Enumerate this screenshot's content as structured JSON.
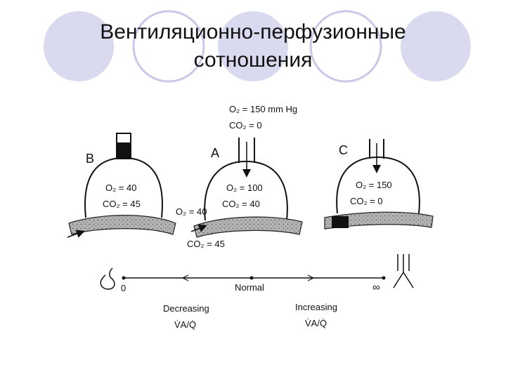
{
  "slide": {
    "title_line1": "Вентиляционно-перфузионные",
    "title_line2": "сотношения"
  },
  "colors": {
    "circle_fill": "#d9d9f0",
    "ink": "#111111",
    "vessel": "#9a9a9a"
  },
  "inspired": {
    "o2_label": "O₂ = 150 mm Hg",
    "co2_label": "CO₂ = 0"
  },
  "units": {
    "b": {
      "letter": "B",
      "o2": "O₂ = 40",
      "co2": "CO₂ = 45"
    },
    "a": {
      "letter": "A",
      "o2": "O₂ = 100",
      "co2": "CO₂ = 40"
    },
    "c": {
      "letter": "C",
      "o2": "O₂ = 150",
      "co2": "CO₂ = 0"
    }
  },
  "blood": {
    "o2_in": "O₂ = 40",
    "co2_in": "CO₂ = 45"
  },
  "scale": {
    "zero": "0",
    "normal": "Normal",
    "infinity": "∞",
    "decreasing": "Decreasing",
    "increasing": "Increasing",
    "ratio": "V̇A/Q̇"
  }
}
